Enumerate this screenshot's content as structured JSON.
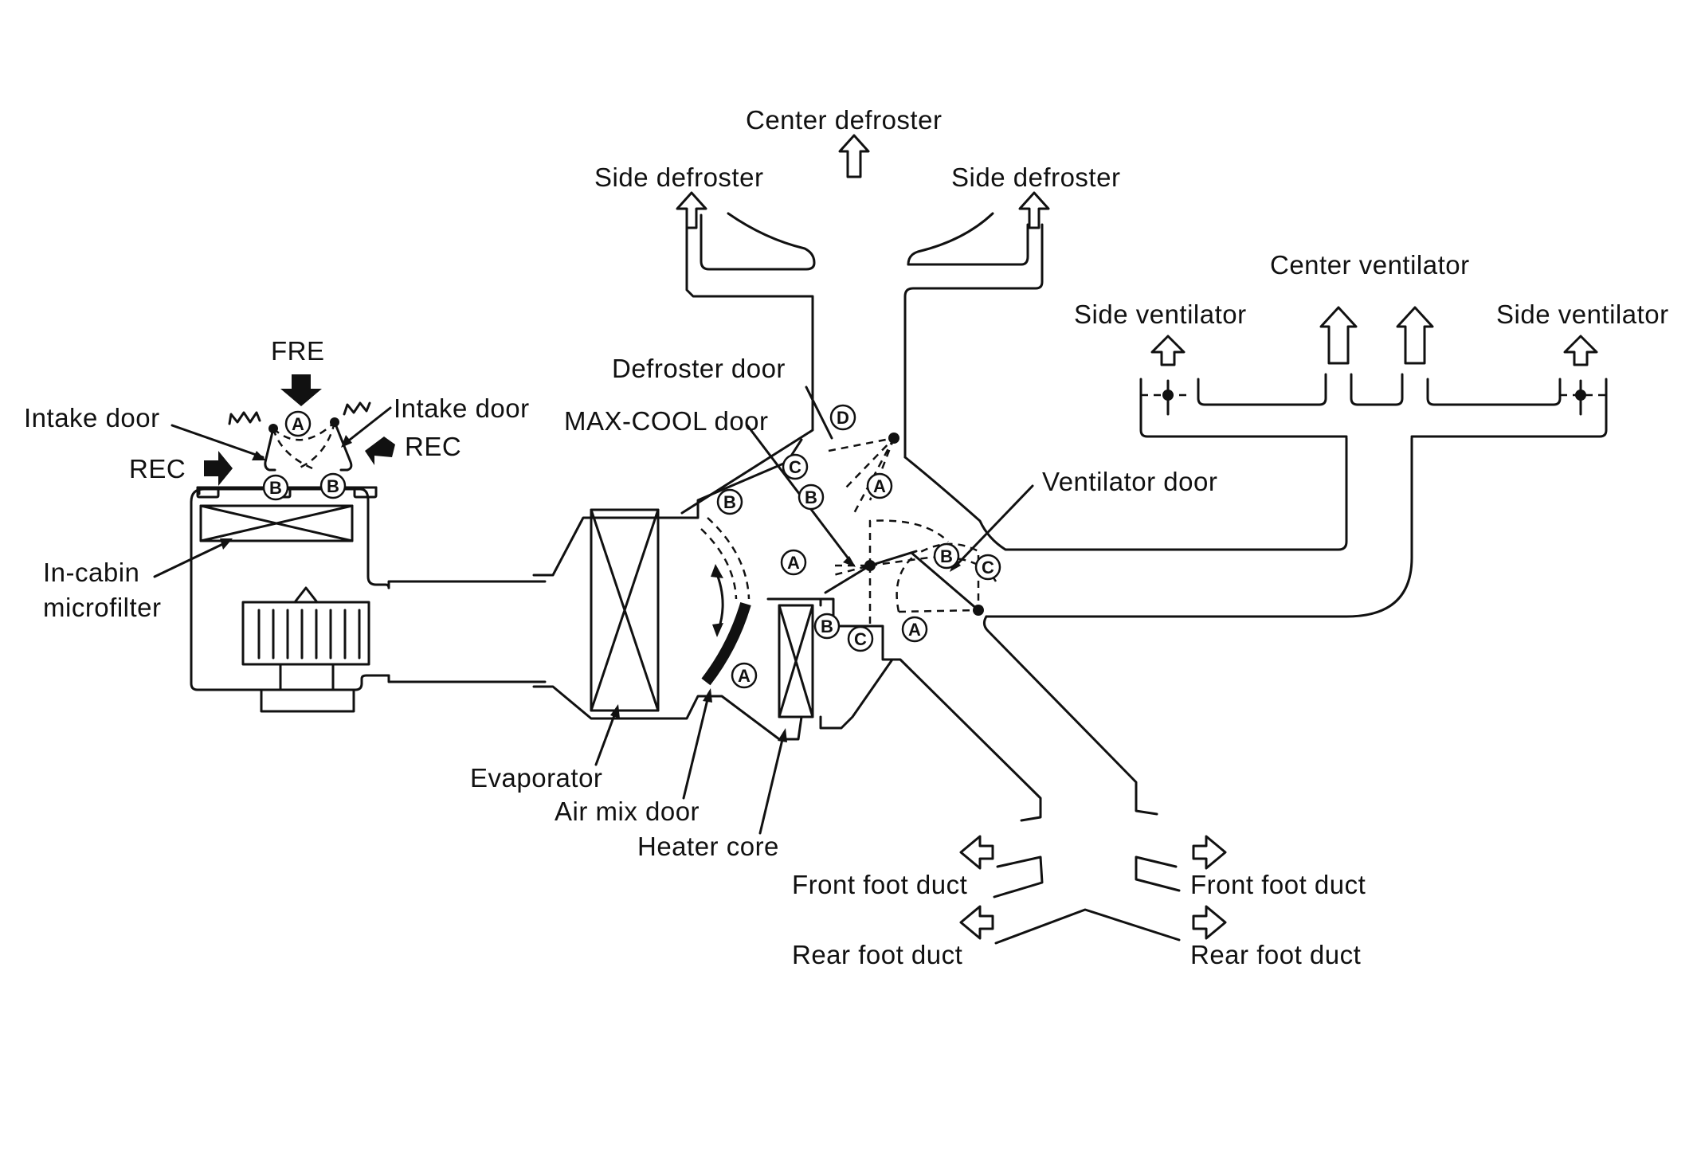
{
  "labels": {
    "center_defroster": "Center defroster",
    "side_defroster_left": "Side defroster",
    "side_defroster_right": "Side defroster",
    "center_ventilator": "Center ventilator",
    "side_ventilator_left": "Side ventilator",
    "side_ventilator_right": "Side ventilator",
    "defroster_door": "Defroster door",
    "max_cool_door": "MAX-COOL door",
    "ventilator_door": "Ventilator door",
    "fre": "FRE",
    "intake_door_left": "Intake door",
    "intake_door_right": "Intake door",
    "rec_left": "REC",
    "rec_right": "REC",
    "in_cabin_microfilter_line1": "In-cabin",
    "in_cabin_microfilter_line2": "microfilter",
    "evaporator": "Evaporator",
    "air_mix_door": "Air mix door",
    "heater_core": "Heater core",
    "front_foot_duct_left": "Front foot duct",
    "front_foot_duct_right": "Front foot duct",
    "rear_foot_duct_left": "Rear foot duct",
    "rear_foot_duct_right": "Rear foot duct"
  },
  "door_positions": {
    "a": "A",
    "b": "B",
    "c": "C",
    "d": "D"
  },
  "colors": {
    "line": "#111111",
    "background": "#ffffff"
  }
}
